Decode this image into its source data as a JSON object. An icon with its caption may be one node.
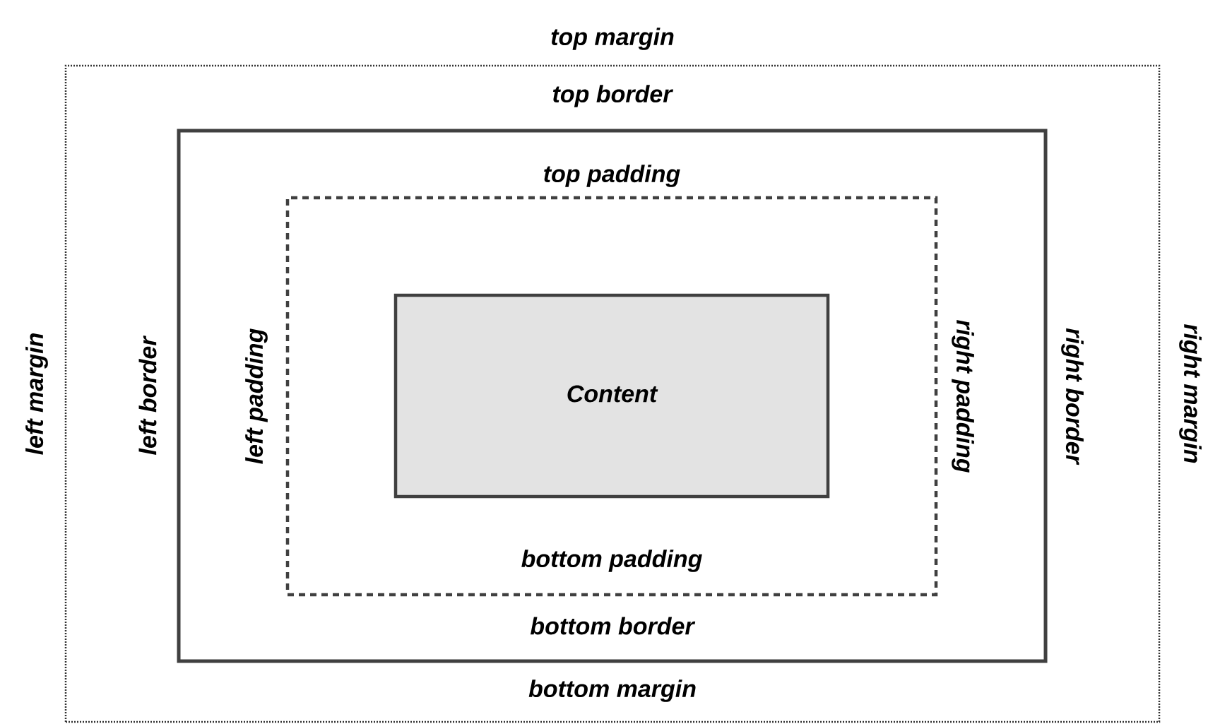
{
  "diagram": {
    "nodes": [
      {
        "text": [
          "top margin",
          "left margin",
          "right margin",
          "bottom margin"
        ]
      },
      {
        "text": [
          "top border",
          "left border",
          "right border",
          "bottom border"
        ],
        "in": 0
      },
      {
        "text": [
          "top padding",
          "left padding",
          "right padding",
          "bottom padding"
        ],
        "in": 1
      },
      {
        "text": [
          "Content"
        ],
        "in": 2
      }
    ]
  }
}
